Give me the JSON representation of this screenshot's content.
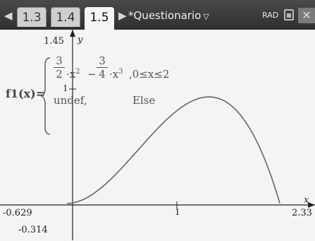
{
  "tabs": [
    {
      "label": "1.3"
    },
    {
      "label": "1.4"
    },
    {
      "label": "1.5"
    }
  ],
  "document_title": "*Questionario",
  "angle_mode": "RAD",
  "graph": {
    "x_axis_label": "x",
    "y_axis_label": "y",
    "x_min": "-0.629",
    "x_max": "2.33",
    "y_max": "1.45",
    "y_min": "-0.314",
    "x_tick_label": "1",
    "y_tick_label": "1"
  },
  "function": {
    "name": "f1(x)=",
    "piece1": {
      "coef1_num": "3",
      "coef1_den": "2",
      "term1": "·x",
      "exp1": "2",
      "minus": "−",
      "coef2_num": "3",
      "coef2_den": "4",
      "term2": "·x",
      "exp2": "3",
      "condition": ",0≤x≤2"
    },
    "piece2": {
      "value": "undef,",
      "condition": "Else"
    }
  },
  "colors": {
    "curve": "#666666",
    "axis": "#222222",
    "tabbar": "#3a3a3a",
    "background": "#f4f4f4"
  }
}
